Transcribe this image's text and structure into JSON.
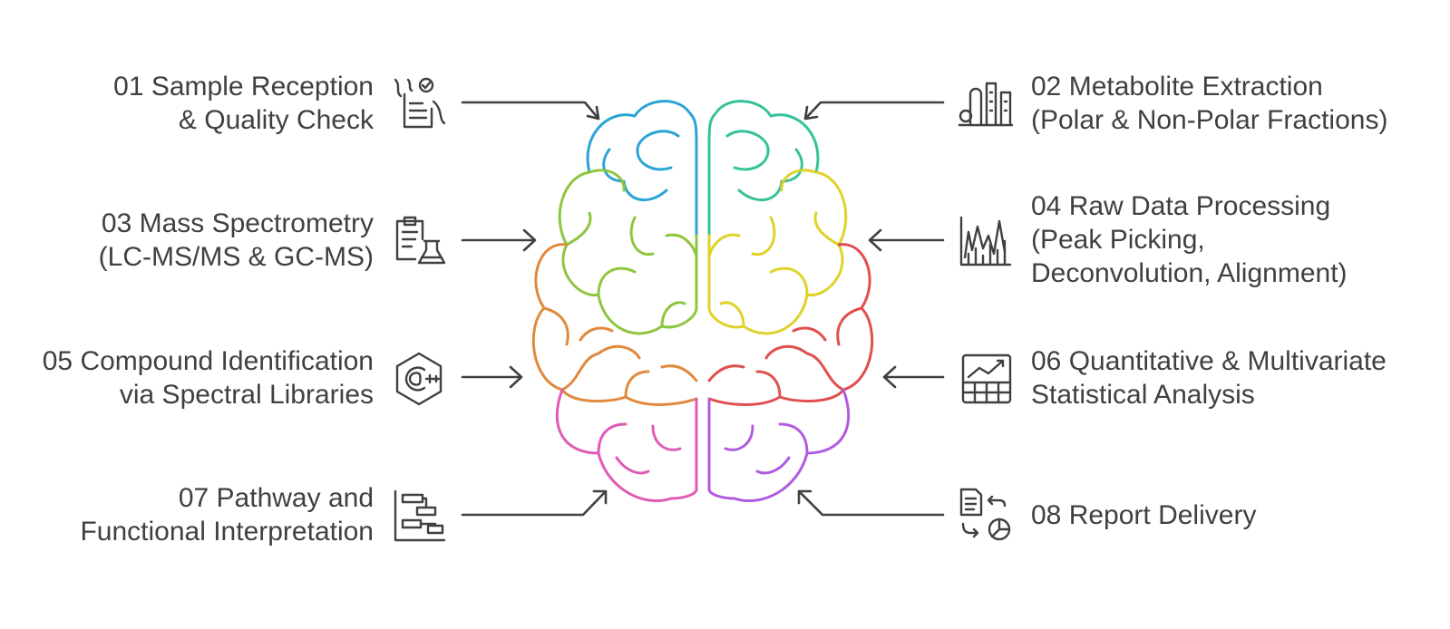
{
  "steps": [
    {
      "id": "01",
      "lines": [
        "01 Sample Reception",
        "& Quality Check"
      ],
      "icon": "sample-checklist-icon"
    },
    {
      "id": "02",
      "lines": [
        "02 Metabolite Extraction",
        "(Polar & Non-Polar Fractions)"
      ],
      "icon": "factory-extraction-icon"
    },
    {
      "id": "03",
      "lines": [
        "03 Mass Spectrometry",
        "(LC-MS/MS & GC-MS)"
      ],
      "icon": "clipboard-flask-icon"
    },
    {
      "id": "04",
      "lines": [
        "04 Raw Data Processing",
        "(Peak Picking,",
        "Deconvolution, Alignment)"
      ],
      "icon": "spectrum-chart-icon"
    },
    {
      "id": "05",
      "lines": [
        "05 Compound Identification",
        "via Spectral Libraries"
      ],
      "icon": "cpp-hexagon-icon"
    },
    {
      "id": "06",
      "lines": [
        "06 Quantitative & Multivariate",
        "Statistical Analysis"
      ],
      "icon": "chart-table-icon"
    },
    {
      "id": "07",
      "lines": [
        "07 Pathway and",
        "Functional Interpretation"
      ],
      "icon": "gantt-flow-icon"
    },
    {
      "id": "08",
      "lines": [
        "08 Report Delivery"
      ],
      "icon": "report-exchange-icon"
    }
  ],
  "colors": {
    "text": "#404040",
    "blue": "#2aa4d6",
    "teal": "#35c29a",
    "lime": "#8dc63f",
    "yellow": "#dfd22a",
    "orange": "#e08a3c",
    "red": "#e0504f",
    "pink": "#e05bb5",
    "purple": "#b25ae0"
  }
}
